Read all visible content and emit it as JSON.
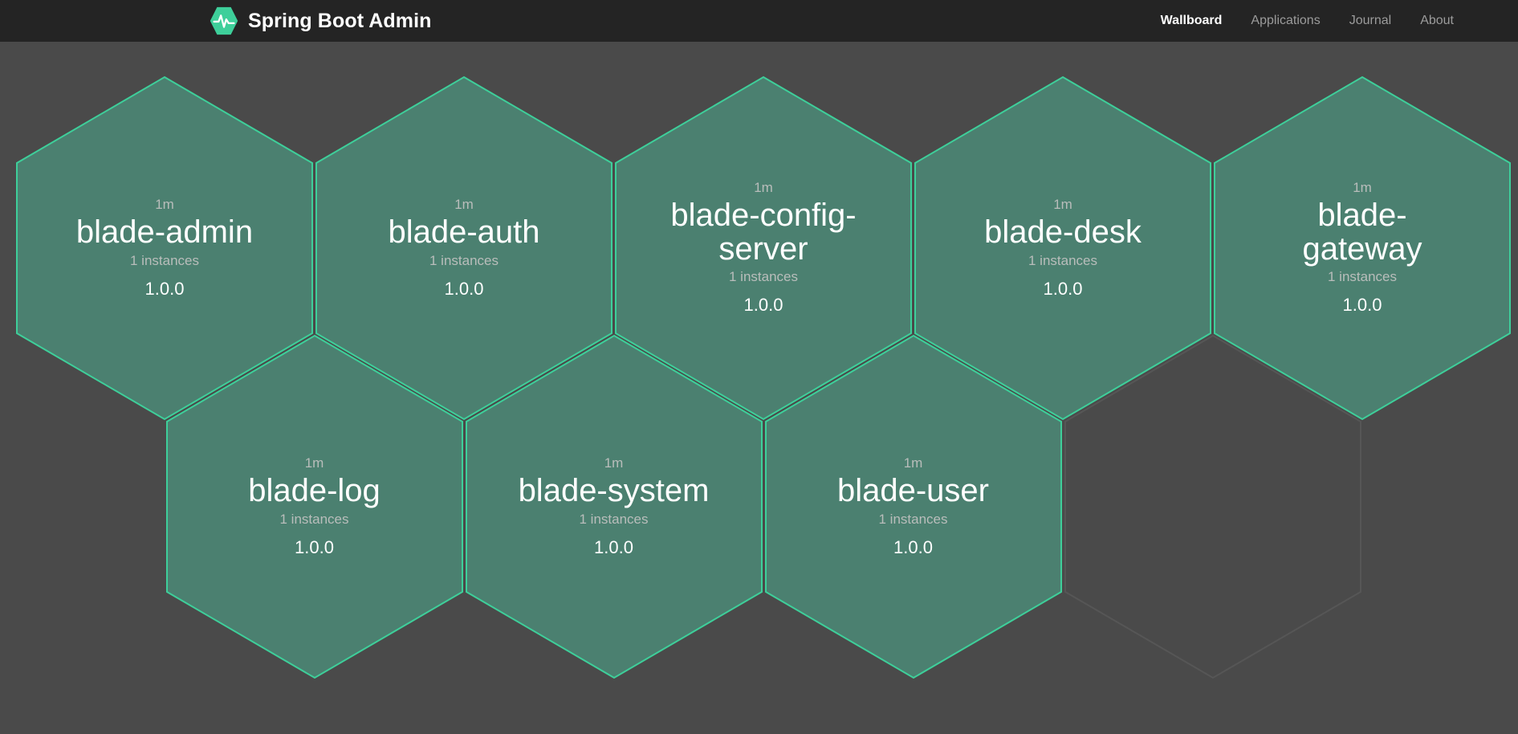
{
  "header": {
    "brand_title": "Spring Boot Admin",
    "logo_icon": "heartbeat-hexagon-icon",
    "brand_color": "#3ecf9a",
    "background": "#242424",
    "nav": [
      {
        "label": "Wallboard",
        "active": true
      },
      {
        "label": "Applications",
        "active": false
      },
      {
        "label": "Journal",
        "active": false
      },
      {
        "label": "About",
        "active": false
      }
    ]
  },
  "wallboard": {
    "background": "#4a4a4a",
    "hex_fill": "#4b8070",
    "hex_border": "#3ecf9a",
    "placeholder_border": "#565656",
    "applications": [
      {
        "status_age": "1m",
        "name": "blade-admin",
        "instances": "1 instances",
        "version": "1.0.0",
        "placeholder": false
      },
      {
        "status_age": "1m",
        "name": "blade-auth",
        "instances": "1 instances",
        "version": "1.0.0",
        "placeholder": false
      },
      {
        "status_age": "1m",
        "name": "blade-config-server",
        "instances": "1 instances",
        "version": "1.0.0",
        "placeholder": false
      },
      {
        "status_age": "1m",
        "name": "blade-desk",
        "instances": "1 instances",
        "version": "1.0.0",
        "placeholder": false
      },
      {
        "status_age": "1m",
        "name": "blade-gateway",
        "instances": "1 instances",
        "version": "1.0.0",
        "placeholder": false
      },
      {
        "status_age": "1m",
        "name": "blade-log",
        "instances": "1 instances",
        "version": "1.0.0",
        "placeholder": false
      },
      {
        "status_age": "1m",
        "name": "blade-system",
        "instances": "1 instances",
        "version": "1.0.0",
        "placeholder": false
      },
      {
        "status_age": "1m",
        "name": "blade-user",
        "instances": "1 instances",
        "version": "1.0.0",
        "placeholder": false
      },
      {
        "status_age": "",
        "name": "",
        "instances": "",
        "version": "",
        "placeholder": true
      }
    ]
  }
}
